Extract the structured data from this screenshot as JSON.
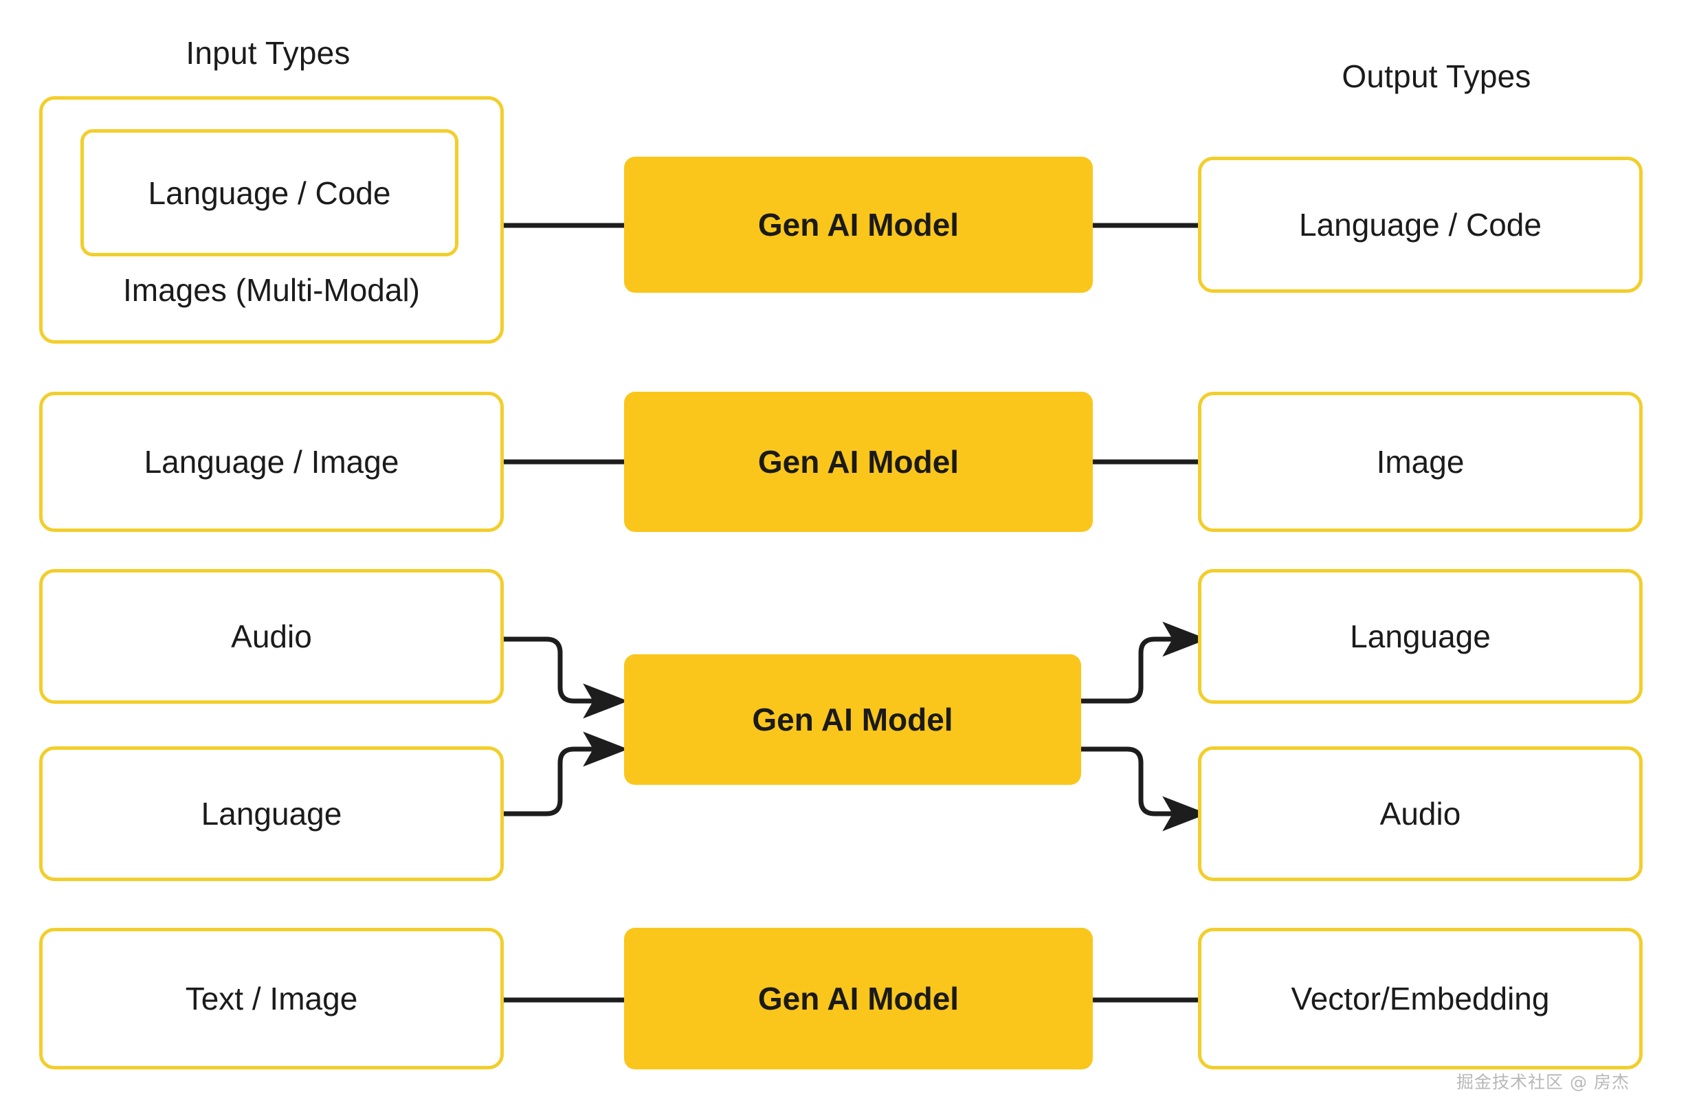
{
  "headers": {
    "input": "Input Types",
    "output": "Output Types"
  },
  "colors": {
    "box_border": "#F2CE2B",
    "model_fill": "#FAC61B",
    "arrow": "#1d1d1d",
    "text": "#1b1b1b",
    "background": "#ffffff",
    "watermark": "#b8b8b8"
  },
  "rows": [
    {
      "id": "row-1",
      "input": {
        "type": "group",
        "inner_label": "Language / Code",
        "sub_label": "Images (Multi-Modal)"
      },
      "model": "Gen AI Model",
      "output": "Language / Code"
    },
    {
      "id": "row-2",
      "input": {
        "type": "simple",
        "label": "Language / Image"
      },
      "model": "Gen AI Model",
      "output": "Image"
    },
    {
      "id": "row-3",
      "inputs": [
        {
          "label": "Audio"
        },
        {
          "label": "Language"
        }
      ],
      "model": "Gen AI Model",
      "outputs": [
        {
          "label": "Language"
        },
        {
          "label": "Audio"
        }
      ]
    },
    {
      "id": "row-4",
      "input": {
        "type": "simple",
        "label": "Text / Image"
      },
      "model": "Gen AI Model",
      "output": "Vector/Embedding"
    }
  ],
  "watermark": "掘金技术社区 @ 房杰"
}
